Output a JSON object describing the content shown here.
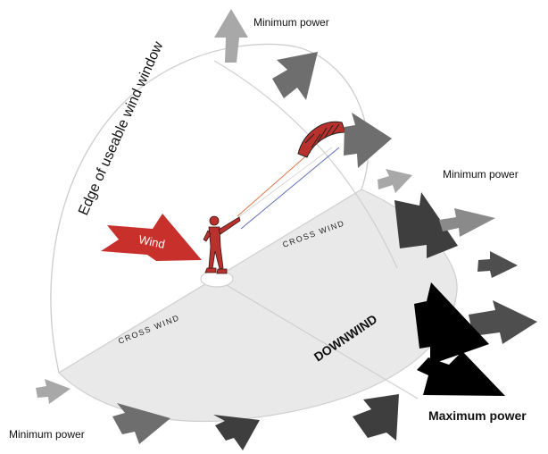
{
  "diagram": {
    "labels": {
      "min_power_top": "Minimum power",
      "min_power_right": "Minimum power",
      "min_power_bottom_left": "Minimum power",
      "max_power": "Maximum power",
      "edge": "Edge of useable wind window",
      "wind": "Wind",
      "cross_wind_right": "CROSS WIND",
      "cross_wind_left": "CROSS WIND",
      "downwind": "DOWNWIND"
    },
    "colors": {
      "wind_arrow": "#c8302c",
      "kiter": "#b8312d",
      "kite": "#b8312d",
      "floor": "#e9e9e9",
      "outline": "#cfcfcf",
      "power_light": "#a8a8a8",
      "power_medium": "#6e6e6e",
      "power_dark": "#3e3e3e",
      "power_max": "#000000"
    }
  }
}
